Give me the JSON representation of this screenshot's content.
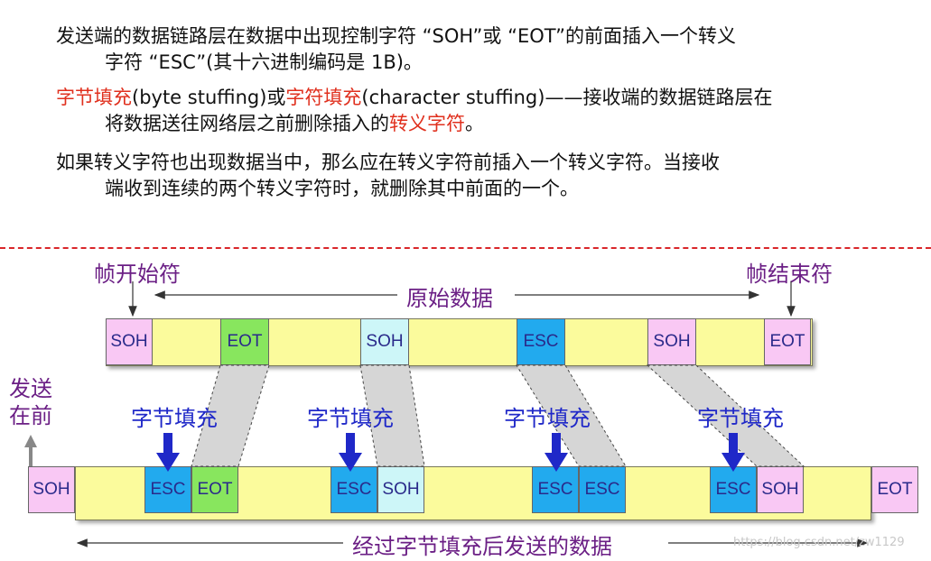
{
  "text": {
    "p1_line1": "发送端的数据链路层在数据中出现控制字符 “SOH”或 “EOT”的前面插入一个转义",
    "p1_line2": "字符 “ESC”(其十六进制编码是 1B)。",
    "p2_line1_a": "字节填充",
    "p2_line1_b": "(byte stuffing)或",
    "p2_line1_c": "字符填充",
    "p2_line1_d": "(character stuffing)——接收端的数据链路层在",
    "p2_line2_a": "将数据送往网络层之前删除插入的",
    "p2_line2_b": "转义字符",
    "p2_line2_c": "。",
    "p3_line1": "如果转义字符也出现数据当中，那么应在转义字符前插入一个转义字符。当接收",
    "p3_line2": "端收到连续的两个转义字符时，就删除其中前面的一个。"
  },
  "diagram": {
    "frame_start": "帧开始符",
    "frame_end": "帧结束符",
    "original_data": "原始数据",
    "send_first": "发送\n在前",
    "stuffing_label": "字节填充",
    "bottom_caption": "经过字节填充后发送的数据",
    "top_row": [
      "SOH",
      "EOT",
      "SOH",
      "ESC",
      "SOH",
      "EOT"
    ],
    "bottom_row": [
      "SOH",
      "ESC",
      "EOT",
      "ESC",
      "SOH",
      "ESC",
      "ESC",
      "ESC",
      "SOH",
      "EOT"
    ]
  },
  "watermark": "https://blog.csdn.net/zw1129",
  "colors": {
    "band": "#fbfb9c",
    "soh": "#f9c8f4",
    "eot": "#88e65e",
    "soh_light": "#cdf6f8",
    "esc": "#22aaee",
    "arrow": "#1f28c8",
    "label": "#6b1f85",
    "divider": "#d9262a"
  }
}
